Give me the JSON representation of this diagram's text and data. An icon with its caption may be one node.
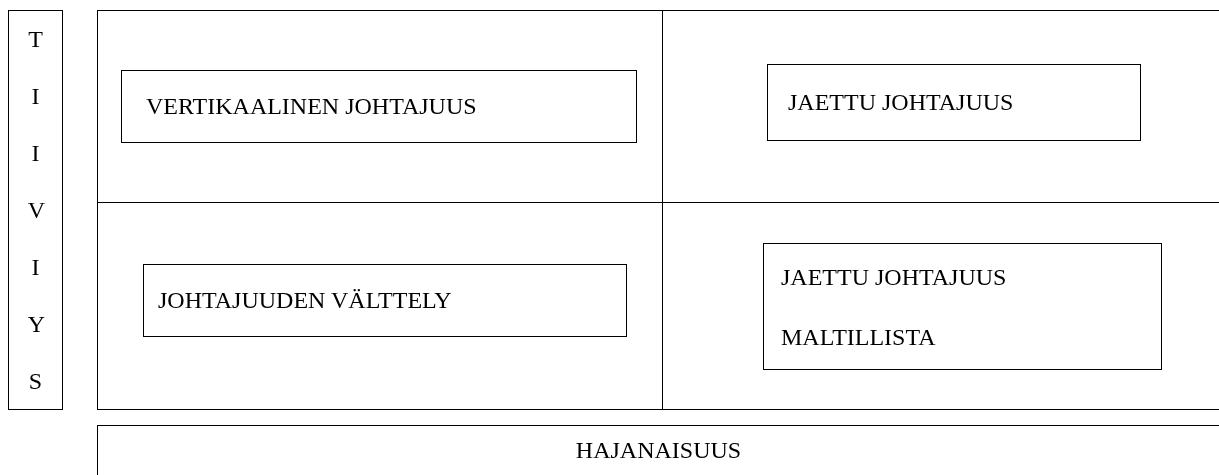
{
  "diagram": {
    "nodes": [
      {
        "text": [
          "TIIVIYS"
        ]
      },
      {
        "text": [],
        "shape": "box"
      },
      {
        "text": [
          "VERTIKAALINEN JOHTAJUUS"
        ],
        "in": 1
      },
      {
        "text": [],
        "shape": "box"
      },
      {
        "text": [
          "JAETTU JOHTAJUUS"
        ],
        "in": 3
      },
      {
        "text": [],
        "shape": "box"
      },
      {
        "text": [
          "JOHTAJUUDEN VÄLTTELY"
        ],
        "in": 5
      },
      {
        "text": [],
        "shape": "box"
      },
      {
        "text": [
          "JAETTU JOHTAJUUS MALTILLISTA"
        ],
        "in": 7
      },
      {
        "text": [
          "HAJANAISUUS"
        ]
      }
    ]
  }
}
